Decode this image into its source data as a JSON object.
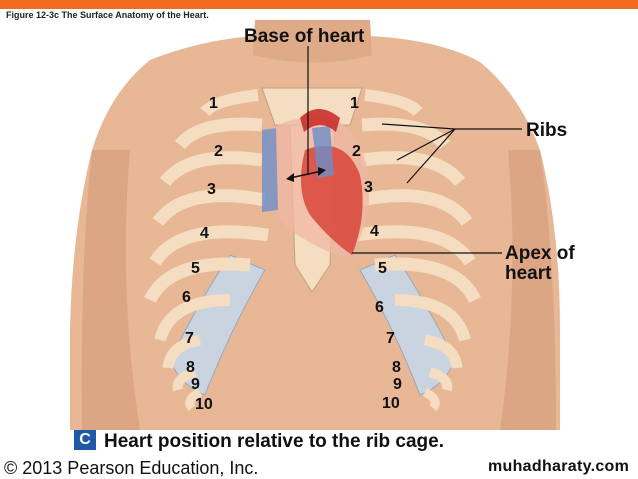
{
  "header": {
    "figure_title": "Figure 12-3c The Surface Anatomy of the Heart.",
    "bar_color": "#f26b21"
  },
  "labels": {
    "base_of_heart": "Base of heart",
    "ribs": "Ribs",
    "apex_line1": "Apex of",
    "apex_line2": "heart"
  },
  "ribs_left": [
    "1",
    "2",
    "3",
    "4",
    "5",
    "6",
    "7",
    "8",
    "9",
    "10"
  ],
  "ribs_right": [
    "1",
    "2",
    "3",
    "4",
    "5",
    "6",
    "7",
    "8",
    "9",
    "10"
  ],
  "caption": {
    "badge": "C",
    "badge_color": "#1f5aa6",
    "text": "Heart position relative to the rib cage."
  },
  "footer": {
    "copyright": "© 2013 Pearson Education, Inc.",
    "watermark": "muhadharaty.com"
  },
  "colors": {
    "skin": "#e8b796",
    "skin_shadow": "#d49a78",
    "bone": "#f4ddc0",
    "cartilage": "#c9d4e0",
    "heart": "#d8453a",
    "heart_light": "#f0b7a6",
    "vessel_blue": "#6d8fc9"
  }
}
